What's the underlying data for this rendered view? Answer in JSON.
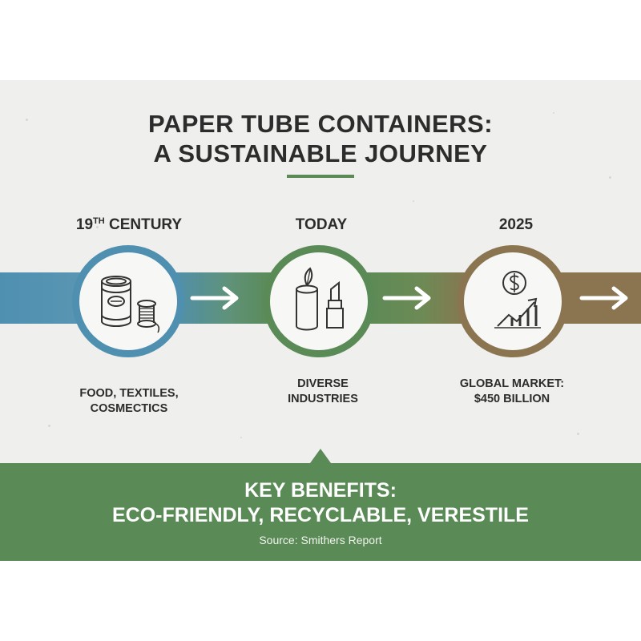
{
  "title": {
    "line1": "PAPER TUBE CONTAINERS:",
    "line2": "A SUSTAINABLE JOURNEY"
  },
  "colors": {
    "panel_background": "#efefed",
    "blue": "#4f8fb0",
    "green": "#5a8a56",
    "brown": "#8a7550",
    "text": "#2c2c2c"
  },
  "stages": [
    {
      "label_main": "19",
      "label_sup": "TH",
      "label_rest": " CENTURY",
      "icons": [
        "tin-can-icon",
        "thread-spool-icon"
      ],
      "line1": "FOOD, TEXTILES,",
      "line2": "COSMECTICS"
    },
    {
      "label": "TODAY",
      "icons": [
        "paper-tube-leaf-icon",
        "lipstick-icon"
      ],
      "line1": "DIVERSE",
      "line2": "INDUSTRIES"
    },
    {
      "label": "2025",
      "icons": [
        "dollar-coin-icon",
        "growth-chart-icon"
      ],
      "line1": "GLOBAL MARKET:",
      "line2": "$450 BILLION"
    }
  ],
  "benefits": {
    "line1": "KEY BENEFITS:",
    "line2": "ECO-FRIENDLY, RECYCLABLE, VERESTILE",
    "source": "Source: Smithers Report"
  }
}
